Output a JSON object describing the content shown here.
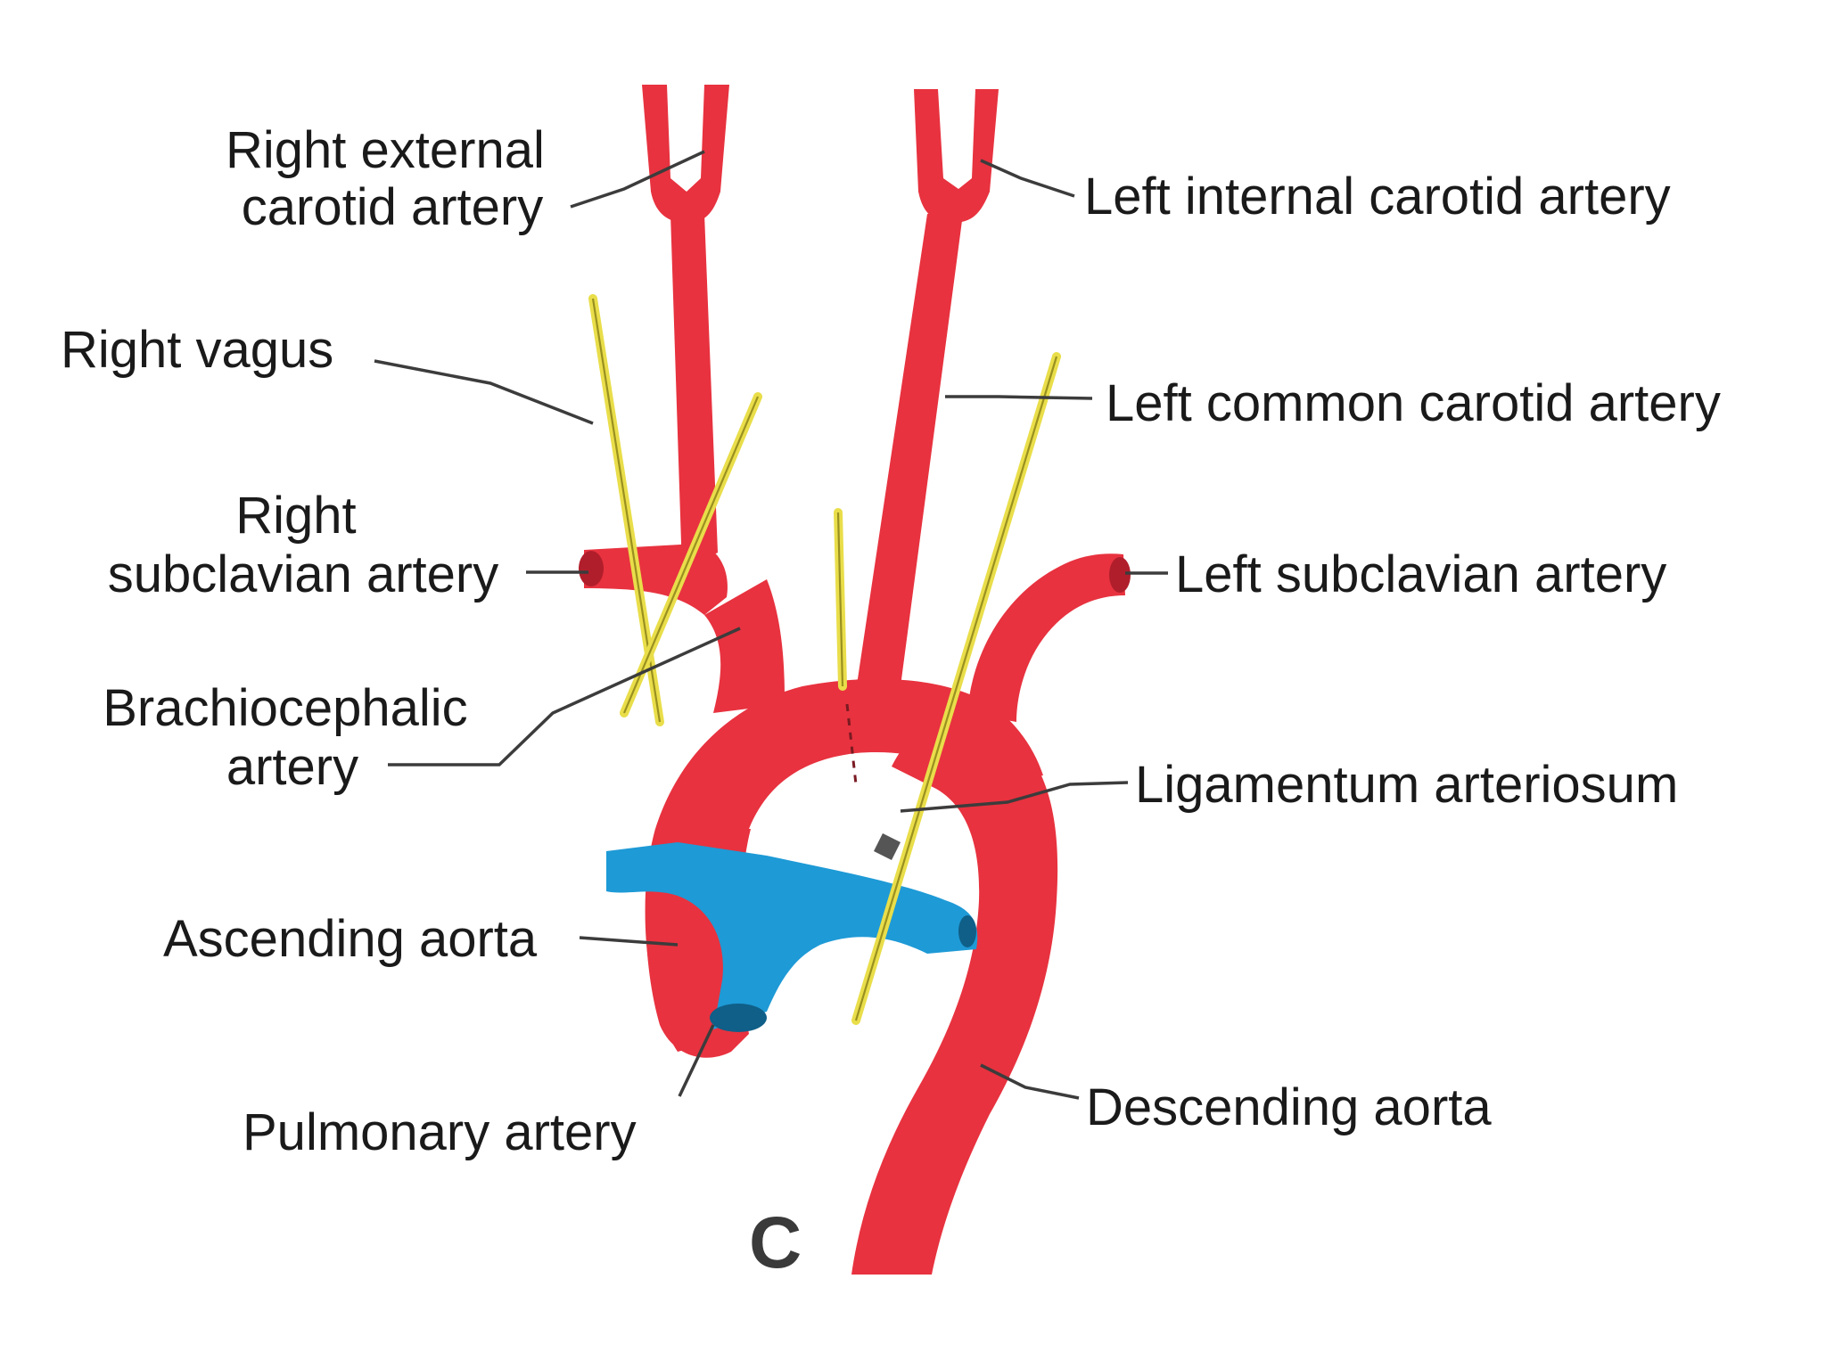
{
  "labels": {
    "right_external_carotid": [
      "Right external",
      "carotid artery"
    ],
    "left_internal_carotid": "Left internal carotid artery",
    "right_vagus": "Right vagus",
    "left_common_carotid": "Left common carotid artery",
    "right_subclavian": [
      "Right",
      "subclavian artery"
    ],
    "left_subclavian": "Left subclavian artery",
    "brachiocephalic": [
      "Brachiocephalic",
      "artery"
    ],
    "ligamentum_arteriosum": "Ligamentum arteriosum",
    "ascending_aorta": "Ascending aorta",
    "descending_aorta": "Descending aorta",
    "pulmonary_artery": "Pulmonary artery"
  },
  "panel_letter": "C",
  "colors": {
    "artery": "#e8323f",
    "artery_dark": "#b11e2b",
    "vein": "#1e9ad6",
    "nerve": "#e9de4a",
    "leader": "#3c3c3c"
  }
}
